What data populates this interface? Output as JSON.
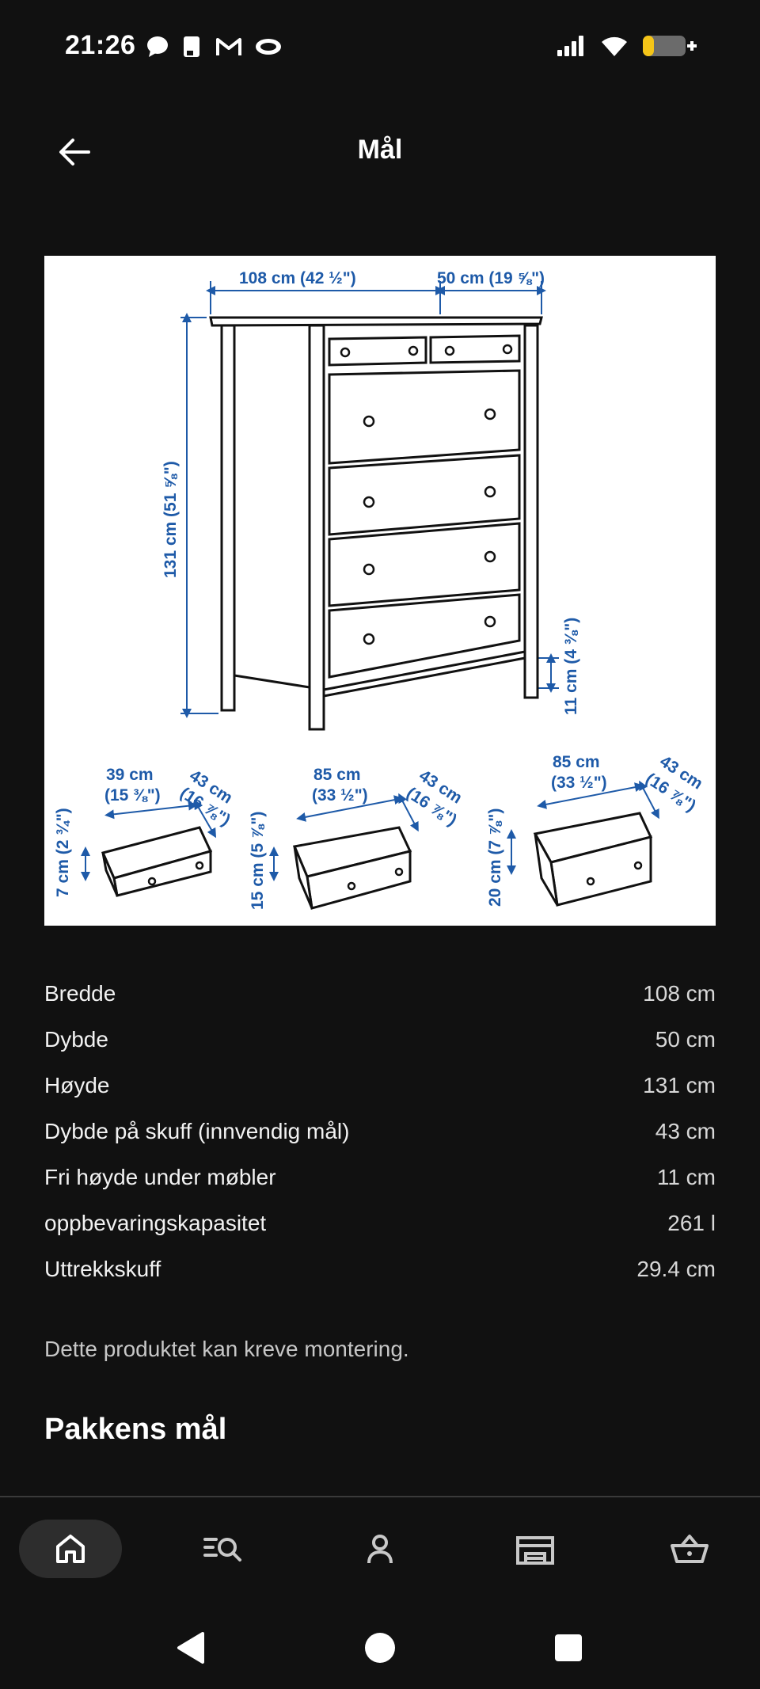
{
  "status_bar": {
    "time": "21:26",
    "notification_icons": [
      "chat-bubble-icon",
      "note-icon",
      "gmail-icon",
      "ist-icon"
    ],
    "system_icons": [
      "signal-icon",
      "wifi-icon",
      "battery-charging-icon"
    ],
    "battery_color": "#f5c518"
  },
  "header": {
    "title": "Mål",
    "back_icon": "arrow-left-icon"
  },
  "diagram": {
    "main_width": "108 cm (42 ½\")",
    "main_depth": "50 cm (19 ⅝\")",
    "main_height": "131 cm (51 ⅝\")",
    "leg_clearance": "11 cm (4 ⅜\")",
    "drawer_small": {
      "width_cm": "39 cm",
      "width_in": "(15 ⅜\")",
      "depth_cm": "43 cm",
      "depth_in": "(16 ⅞\")",
      "height": "7 cm (2 ¾\")"
    },
    "drawer_medium": {
      "width_cm": "85 cm",
      "width_in": "(33 ½\")",
      "depth_cm": "43 cm",
      "depth_in": "(16 ⅞\")",
      "height": "15 cm (5 ⅞\")"
    },
    "drawer_large": {
      "width_cm": "85 cm",
      "width_in": "(33 ½\")",
      "depth_cm": "43 cm",
      "depth_in": "(16 ⅞\")",
      "height": "20 cm (7 ⅞\")"
    },
    "dimension_color": "#1e5aa8"
  },
  "specs": [
    {
      "label": "Bredde",
      "value": "108 cm"
    },
    {
      "label": "Dybde",
      "value": "50 cm"
    },
    {
      "label": "Høyde",
      "value": "131 cm"
    },
    {
      "label": "Dybde på skuff (innvendig mål)",
      "value": "43 cm"
    },
    {
      "label": "Fri høyde under møbler",
      "value": "11 cm"
    },
    {
      "label": "oppbevaringskapasitet",
      "value": "261 l"
    },
    {
      "label": "Uttrekkskuff",
      "value": "29.4 cm"
    }
  ],
  "assembly_note": "Dette produktet kan kreve montering.",
  "package_section_title": "Pakkens mål",
  "bottom_nav": [
    {
      "icon": "home-icon",
      "active": true
    },
    {
      "icon": "search-list-icon",
      "active": false
    },
    {
      "icon": "profile-icon",
      "active": false
    },
    {
      "icon": "store-icon",
      "active": false
    },
    {
      "icon": "basket-icon",
      "active": false
    }
  ],
  "system_nav": [
    "back-triangle-icon",
    "home-circle-icon",
    "recents-square-icon"
  ],
  "colors": {
    "background": "#111111",
    "text": "#ffffff",
    "muted_text": "#c7c7c7"
  }
}
